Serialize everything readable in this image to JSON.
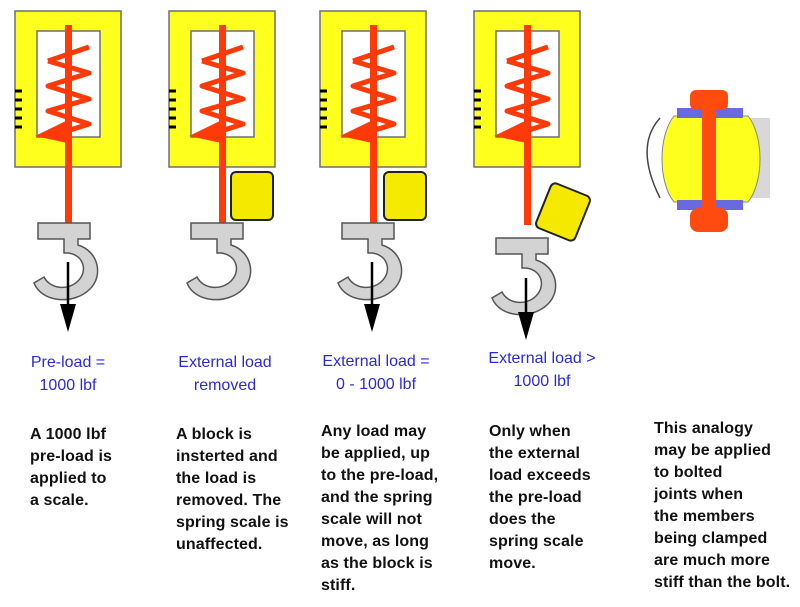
{
  "colors": {
    "frame_fill": "#ffff1e",
    "frame_stroke": "#6e6e6e",
    "spring": "#ff3a08",
    "hook_fill": "#d3d3d3",
    "block_fill": "#f5e900",
    "arrow": "#000000",
    "caption": "#2b2bd6",
    "description": "#111111",
    "bolt": "#ff4a10",
    "washer": "#6a6ae0",
    "member": "#d8d8d8"
  },
  "panels": [
    {
      "caption": "Pre-load =\n1000 lbf",
      "description": "A 1000 lbf\npre-load is\napplied to\na scale."
    },
    {
      "caption": "External load\nremoved",
      "description": "A block is\ninsterted and\nthe load is\nremoved. The\nspring scale is\nunaffected."
    },
    {
      "caption": "External load =\n0 - 1000 lbf",
      "description": "Any load may\nbe applied, up\nto the pre-load,\nand the spring\nscale will not\nmove, as long\nas the block is\nstiff."
    },
    {
      "caption": "External load >\n1000 lbf",
      "description": "Only when\nthe external\nload exceeds\nthe pre-load\ndoes the\nspring scale\nmove."
    }
  ],
  "bolt_panel": {
    "description": "This analogy\nmay be applied\nto bolted\njoints when\nthe members\nbeing clamped\nare much more\nstiff than the bolt."
  }
}
